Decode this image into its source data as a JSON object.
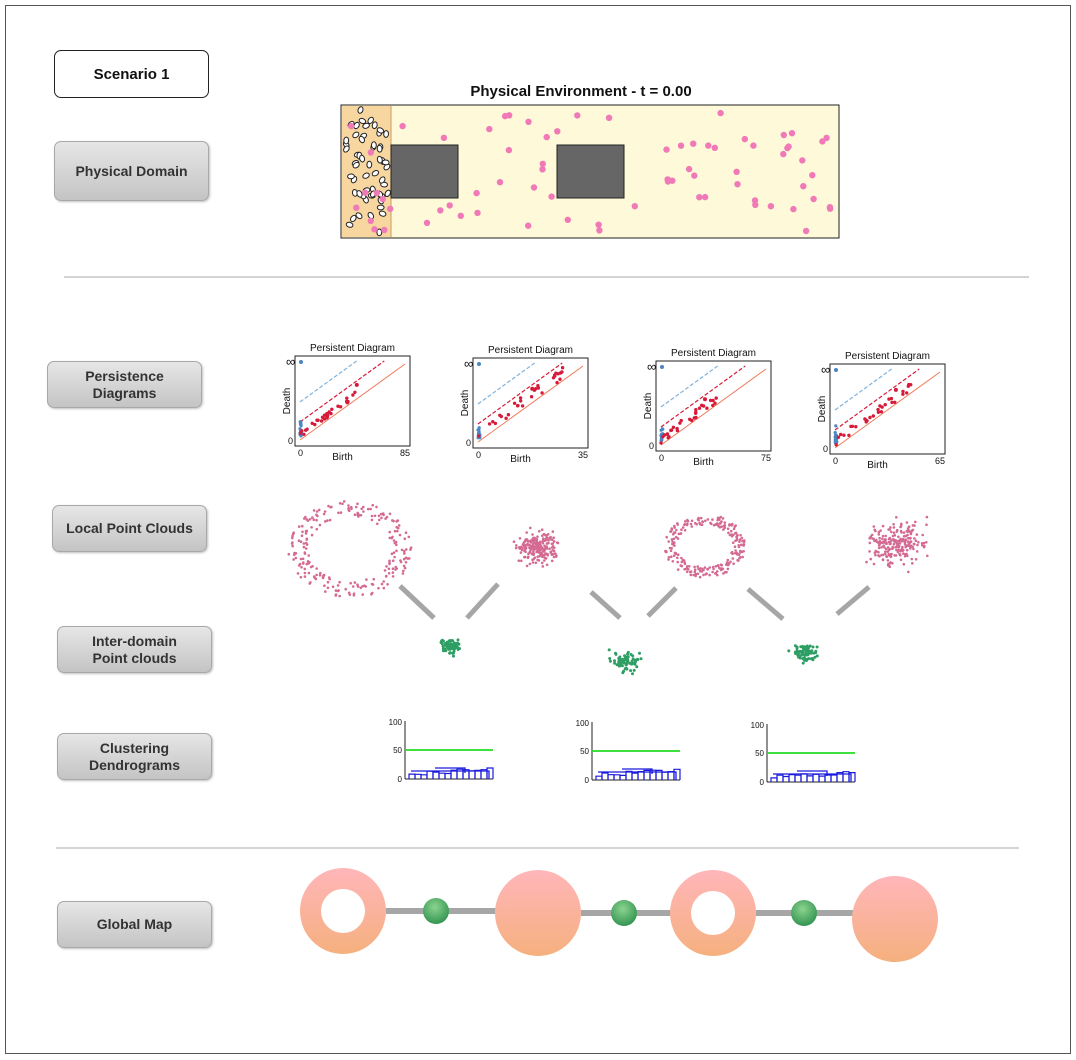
{
  "scenario_label": "Scenario 1",
  "row_labels": {
    "physical_domain": "Physical Domain",
    "persistence_diagrams_line1": "Persistence",
    "persistence_diagrams_line2": "Diagrams",
    "local_point_clouds": "Local Point Clouds",
    "inter_domain_line1": "Inter-domain",
    "inter_domain_line2": "Point clouds",
    "clustering_line1": "Clustering",
    "clustering_line2": "Dendrograms",
    "global_map": "Global Map"
  },
  "environment": {
    "title": "Physical Environment -  t = 0.00"
  },
  "persistence_diagrams": [
    {
      "title": "Persistent Diagram",
      "xlabel": "Birth",
      "ylabel": "Death",
      "inf_label": "∞",
      "zero_label": "0",
      "x_zero": "0",
      "x_max_label": "85"
    },
    {
      "title": "Persistent Diagram",
      "xlabel": "Birth",
      "ylabel": "Death",
      "inf_label": "∞",
      "zero_label": "0",
      "x_zero": "0",
      "x_max_label": "35"
    },
    {
      "title": "Persistent Diagram",
      "xlabel": "Birth",
      "ylabel": "Death",
      "inf_label": "∞",
      "zero_label": "0",
      "x_zero": "0",
      "x_max_label": "75"
    },
    {
      "title": "Persistent Diagram",
      "xlabel": "Birth",
      "ylabel": "Death",
      "inf_label": "∞",
      "zero_label": "0",
      "x_zero": "0",
      "x_max_label": "65"
    }
  ],
  "point_clouds": {
    "local_shapes": [
      "ring",
      "blob",
      "ring",
      "blob"
    ],
    "inter_domain_count": 3
  },
  "dendrograms": [
    {
      "tick_100": "100",
      "tick_50": "50",
      "tick_0": "0",
      "threshold": 50
    },
    {
      "tick_100": "100",
      "tick_50": "50",
      "tick_0": "0",
      "threshold": 50
    },
    {
      "tick_100": "100",
      "tick_50": "50",
      "tick_0": "0",
      "threshold": 50
    }
  ],
  "global_map": {
    "nodes": [
      "ring",
      "filled",
      "ring",
      "filled"
    ],
    "connector_count": 3
  },
  "colors": {
    "pedestrian": "#f07ab8",
    "obstacle": "#666666",
    "environment_bg": "#fef9d8",
    "entrance_zone": "#f8d6a0",
    "dim0_points": "#4a86c0",
    "dim1_points": "#d61a3a",
    "local_cloud": "#d46a92",
    "inter_cloud": "#2e9e64",
    "dendrogram": "#1a1adc",
    "threshold_line": "#22dd22",
    "connector": "#a6a6a6",
    "node_top": "#ffb4b8",
    "node_bottom": "#f5b282",
    "small_node": "#3fa860"
  }
}
